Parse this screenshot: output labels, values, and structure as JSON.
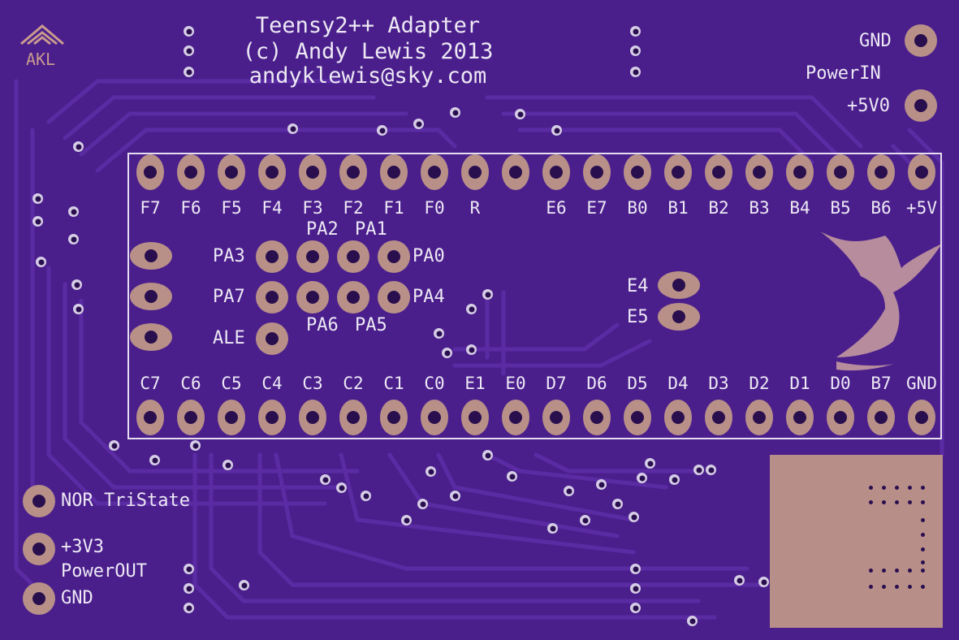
{
  "board": {
    "logo_text": "AKL",
    "title_lines": [
      "Teensy2++ Adapter",
      "(c) Andy Lewis 2013",
      "andyklewis@sky.com"
    ],
    "power_in": {
      "gnd": "GND",
      "label": "PowerIN",
      "v5": "+5V0"
    },
    "top_row": [
      "F7",
      "F6",
      "F5",
      "F4",
      "F3",
      "F2",
      "F1",
      "F0",
      "R",
      "",
      "E6",
      "E7",
      "B0",
      "B1",
      "B2",
      "B3",
      "B4",
      "B5",
      "B6",
      "+5V"
    ],
    "bottom_row": [
      "C7",
      "C6",
      "C5",
      "C4",
      "C3",
      "C2",
      "C1",
      "C0",
      "E1",
      "E0",
      "D7",
      "D6",
      "D5",
      "D4",
      "D3",
      "D2",
      "D1",
      "D0",
      "B7",
      "GND"
    ],
    "inner": {
      "pa2": "PA2",
      "pa1": "PA1",
      "pa3": "PA3",
      "pa0": "PA0",
      "pa7": "PA7",
      "pa4": "PA4",
      "pa6": "PA6",
      "pa5": "PA5",
      "ale": "ALE",
      "e4": "E4",
      "e5": "E5"
    },
    "bottom_left": {
      "nor": "NOR TriState",
      "v33": "+3V3",
      "power_out": "PowerOUT",
      "gnd": "GND"
    },
    "colors": {
      "board": "#4a1f8c",
      "copper": "#b89088",
      "silkscreen": "#ede8f4",
      "trace": "#5a2aa0"
    }
  }
}
